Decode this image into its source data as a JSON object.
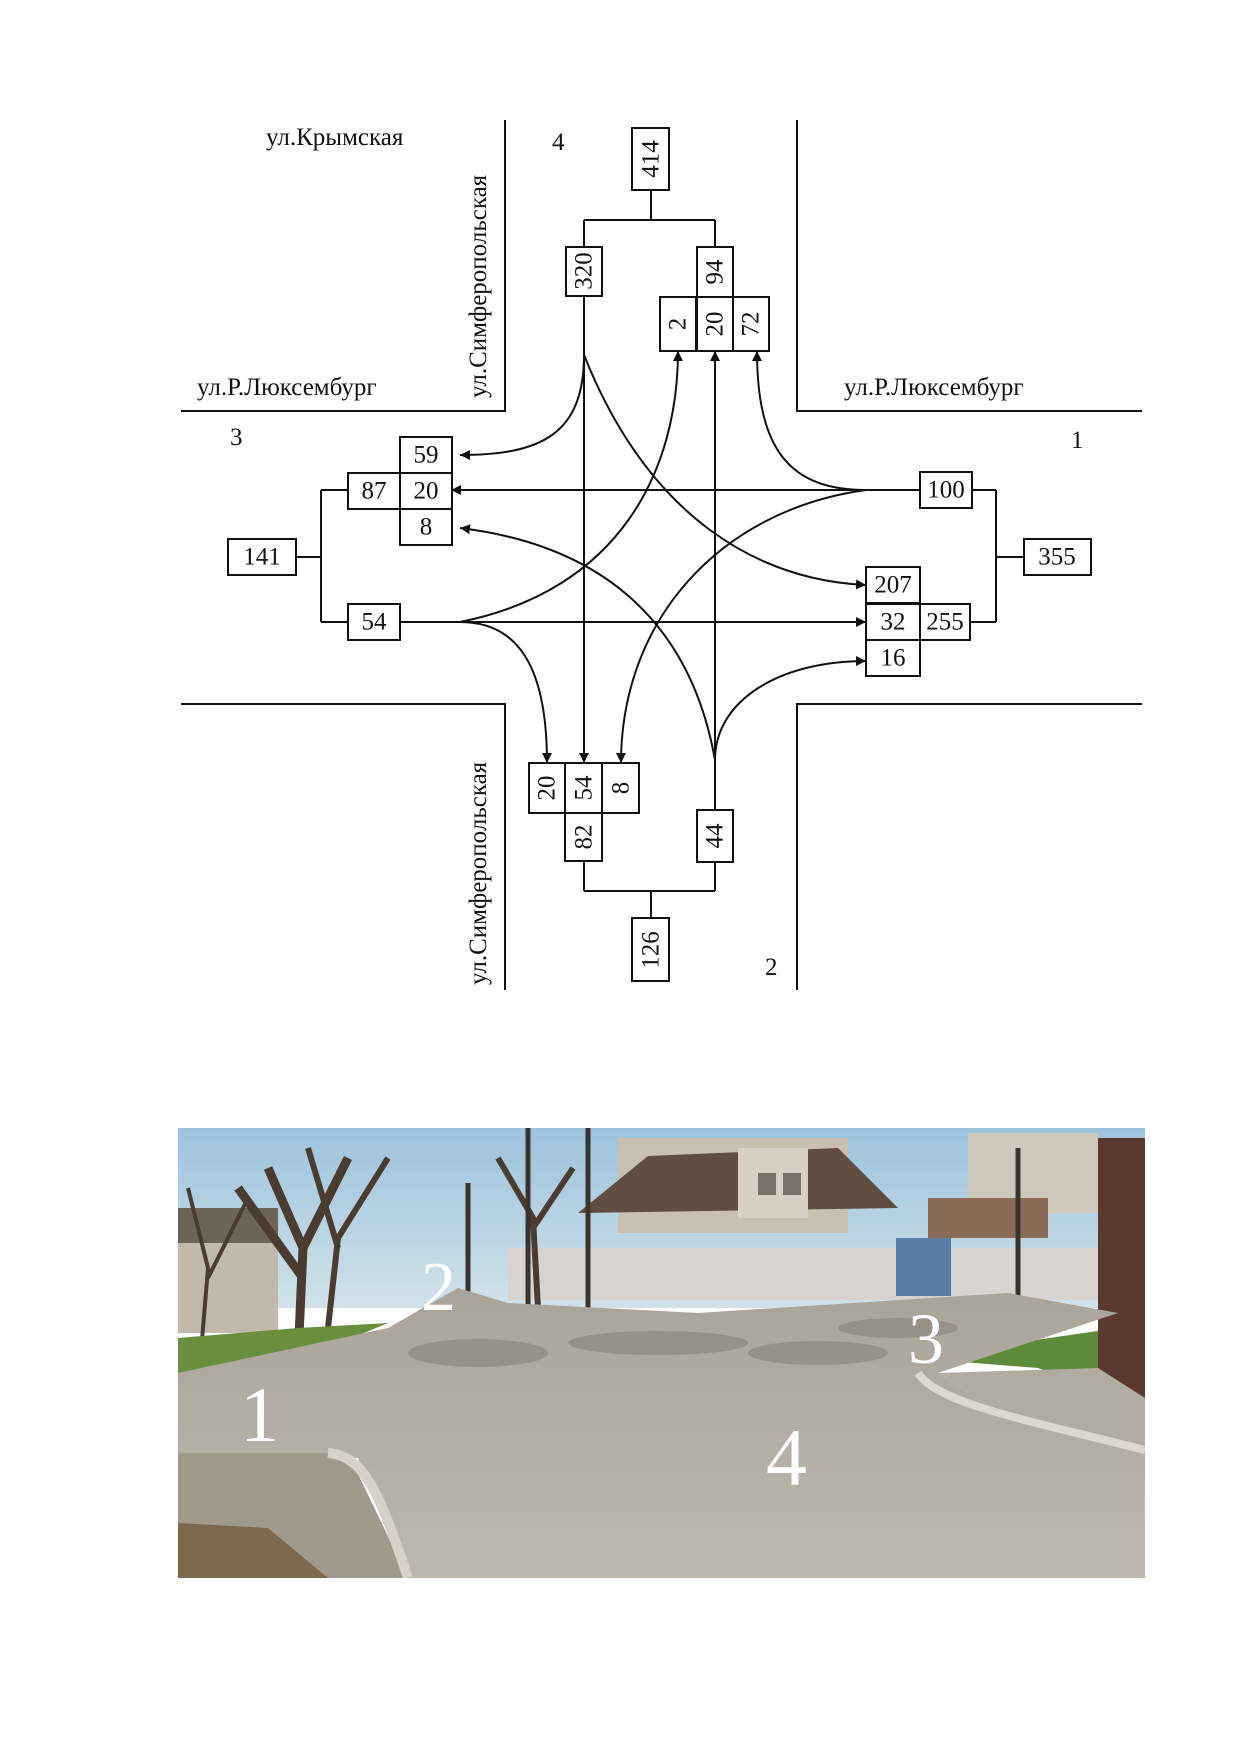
{
  "streets": {
    "krymskaya": "ул.Крымская",
    "simferopolskaya_north": "ул.Симферопольская",
    "simferopolskaya_south": "ул.Симферопольская",
    "luxemburg_west": "ул.Р.Люксембург",
    "luxemburg_east": "ул.Р.Люксембург"
  },
  "approach_numbers": {
    "north": "4",
    "west": "3",
    "east": "1",
    "south": "2"
  },
  "flows": {
    "north": {
      "total": "414",
      "entering": "320",
      "exiting_total": "94",
      "exiting_parts": [
        "2",
        "20",
        "72"
      ]
    },
    "west": {
      "total": "141",
      "entering": "54",
      "exiting_total": "87",
      "exiting_parts": [
        "59",
        "20",
        "8"
      ]
    },
    "east": {
      "total": "355",
      "entering": "100",
      "exiting_total": "255",
      "exiting_parts": [
        "207",
        "32",
        "16"
      ]
    },
    "south": {
      "total": "126",
      "entering": "44",
      "exiting_total": "82",
      "exiting_parts": [
        "20",
        "54",
        "8"
      ]
    }
  },
  "photo": {
    "labels": [
      "1",
      "2",
      "3",
      "4"
    ]
  }
}
